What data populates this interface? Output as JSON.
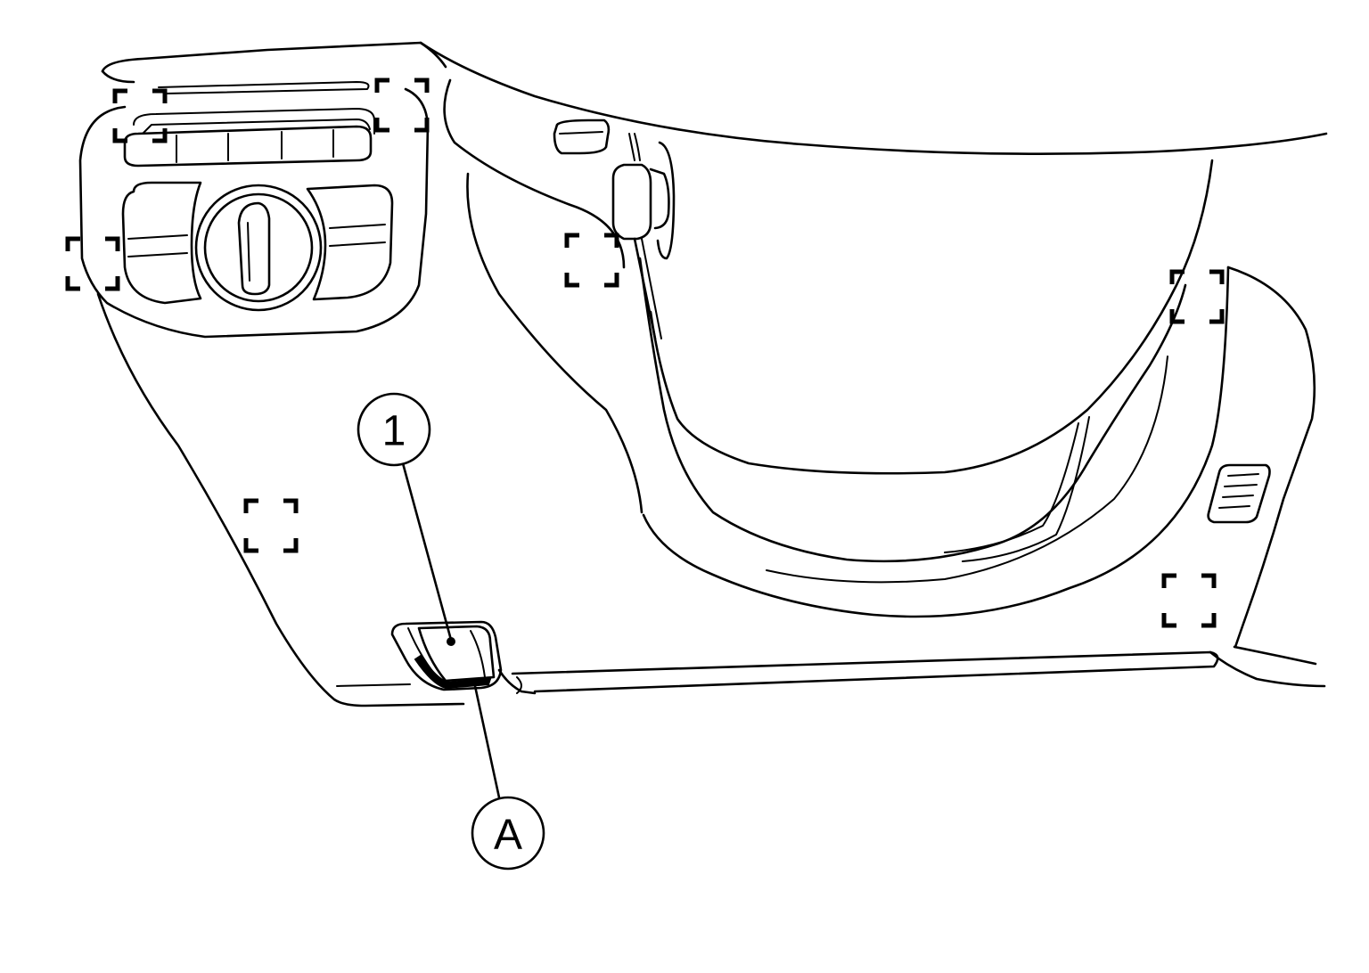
{
  "callouts": [
    {
      "id": "1",
      "label": "1"
    },
    {
      "id": "A",
      "label": "A"
    }
  ],
  "colors": {
    "line": "#000000",
    "background": "#ffffff"
  },
  "icons": [
    "clip-location-marker",
    "control-knob",
    "side-vent",
    "cover-panel"
  ]
}
